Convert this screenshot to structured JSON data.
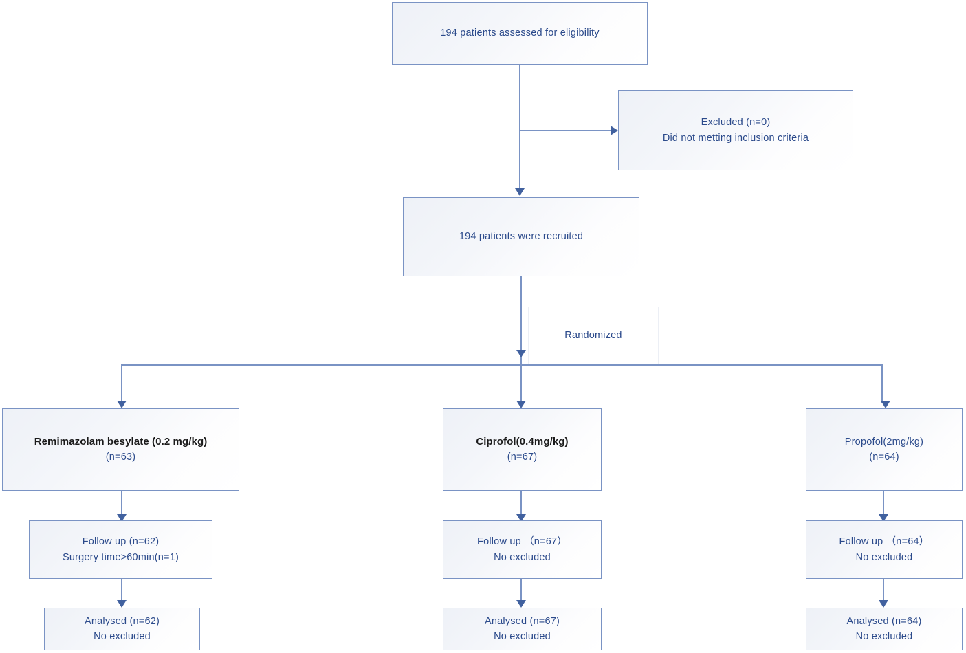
{
  "diagram": {
    "title": "CONSORT participant flow diagram",
    "accent_border_color": "#7a93c4",
    "text_color": "#2b4a8b",
    "arrow_color": "#41619f",
    "background_color": "#ffffff"
  },
  "nodes": {
    "eligibility": {
      "line1": "194 patients assessed for eligibility"
    },
    "excluded": {
      "line1": "Excluded (n=0)",
      "line2": "Did not metting inclusion criteria"
    },
    "recruited": {
      "line1": "194 patients were recruited"
    },
    "randomized": {
      "line1": "Randomized"
    },
    "group_a": {
      "line1": "Remimazolam besylate (0.2 mg/kg)",
      "line2": "(n=63)"
    },
    "group_b": {
      "line1": "Ciprofol(0.4mg/kg)",
      "line2": "(n=67)"
    },
    "group_c": {
      "line1": "Propofol(2mg/kg)",
      "line2": "(n=64)"
    },
    "followup_a": {
      "line1": "Follow up (n=62)",
      "line2": "Surgery time>60min(n=1)"
    },
    "followup_b": {
      "line1": "Follow up （n=67）",
      "line2": "No excluded"
    },
    "followup_c": {
      "line1": "Follow up （n=64）",
      "line2": "No excluded"
    },
    "analysed_a": {
      "line1": "Analysed (n=62)",
      "line2": "No excluded"
    },
    "analysed_b": {
      "line1": "Analysed (n=67)",
      "line2": "No excluded"
    },
    "analysed_c": {
      "line1": "Analysed (n=64)",
      "line2": "No excluded"
    }
  }
}
